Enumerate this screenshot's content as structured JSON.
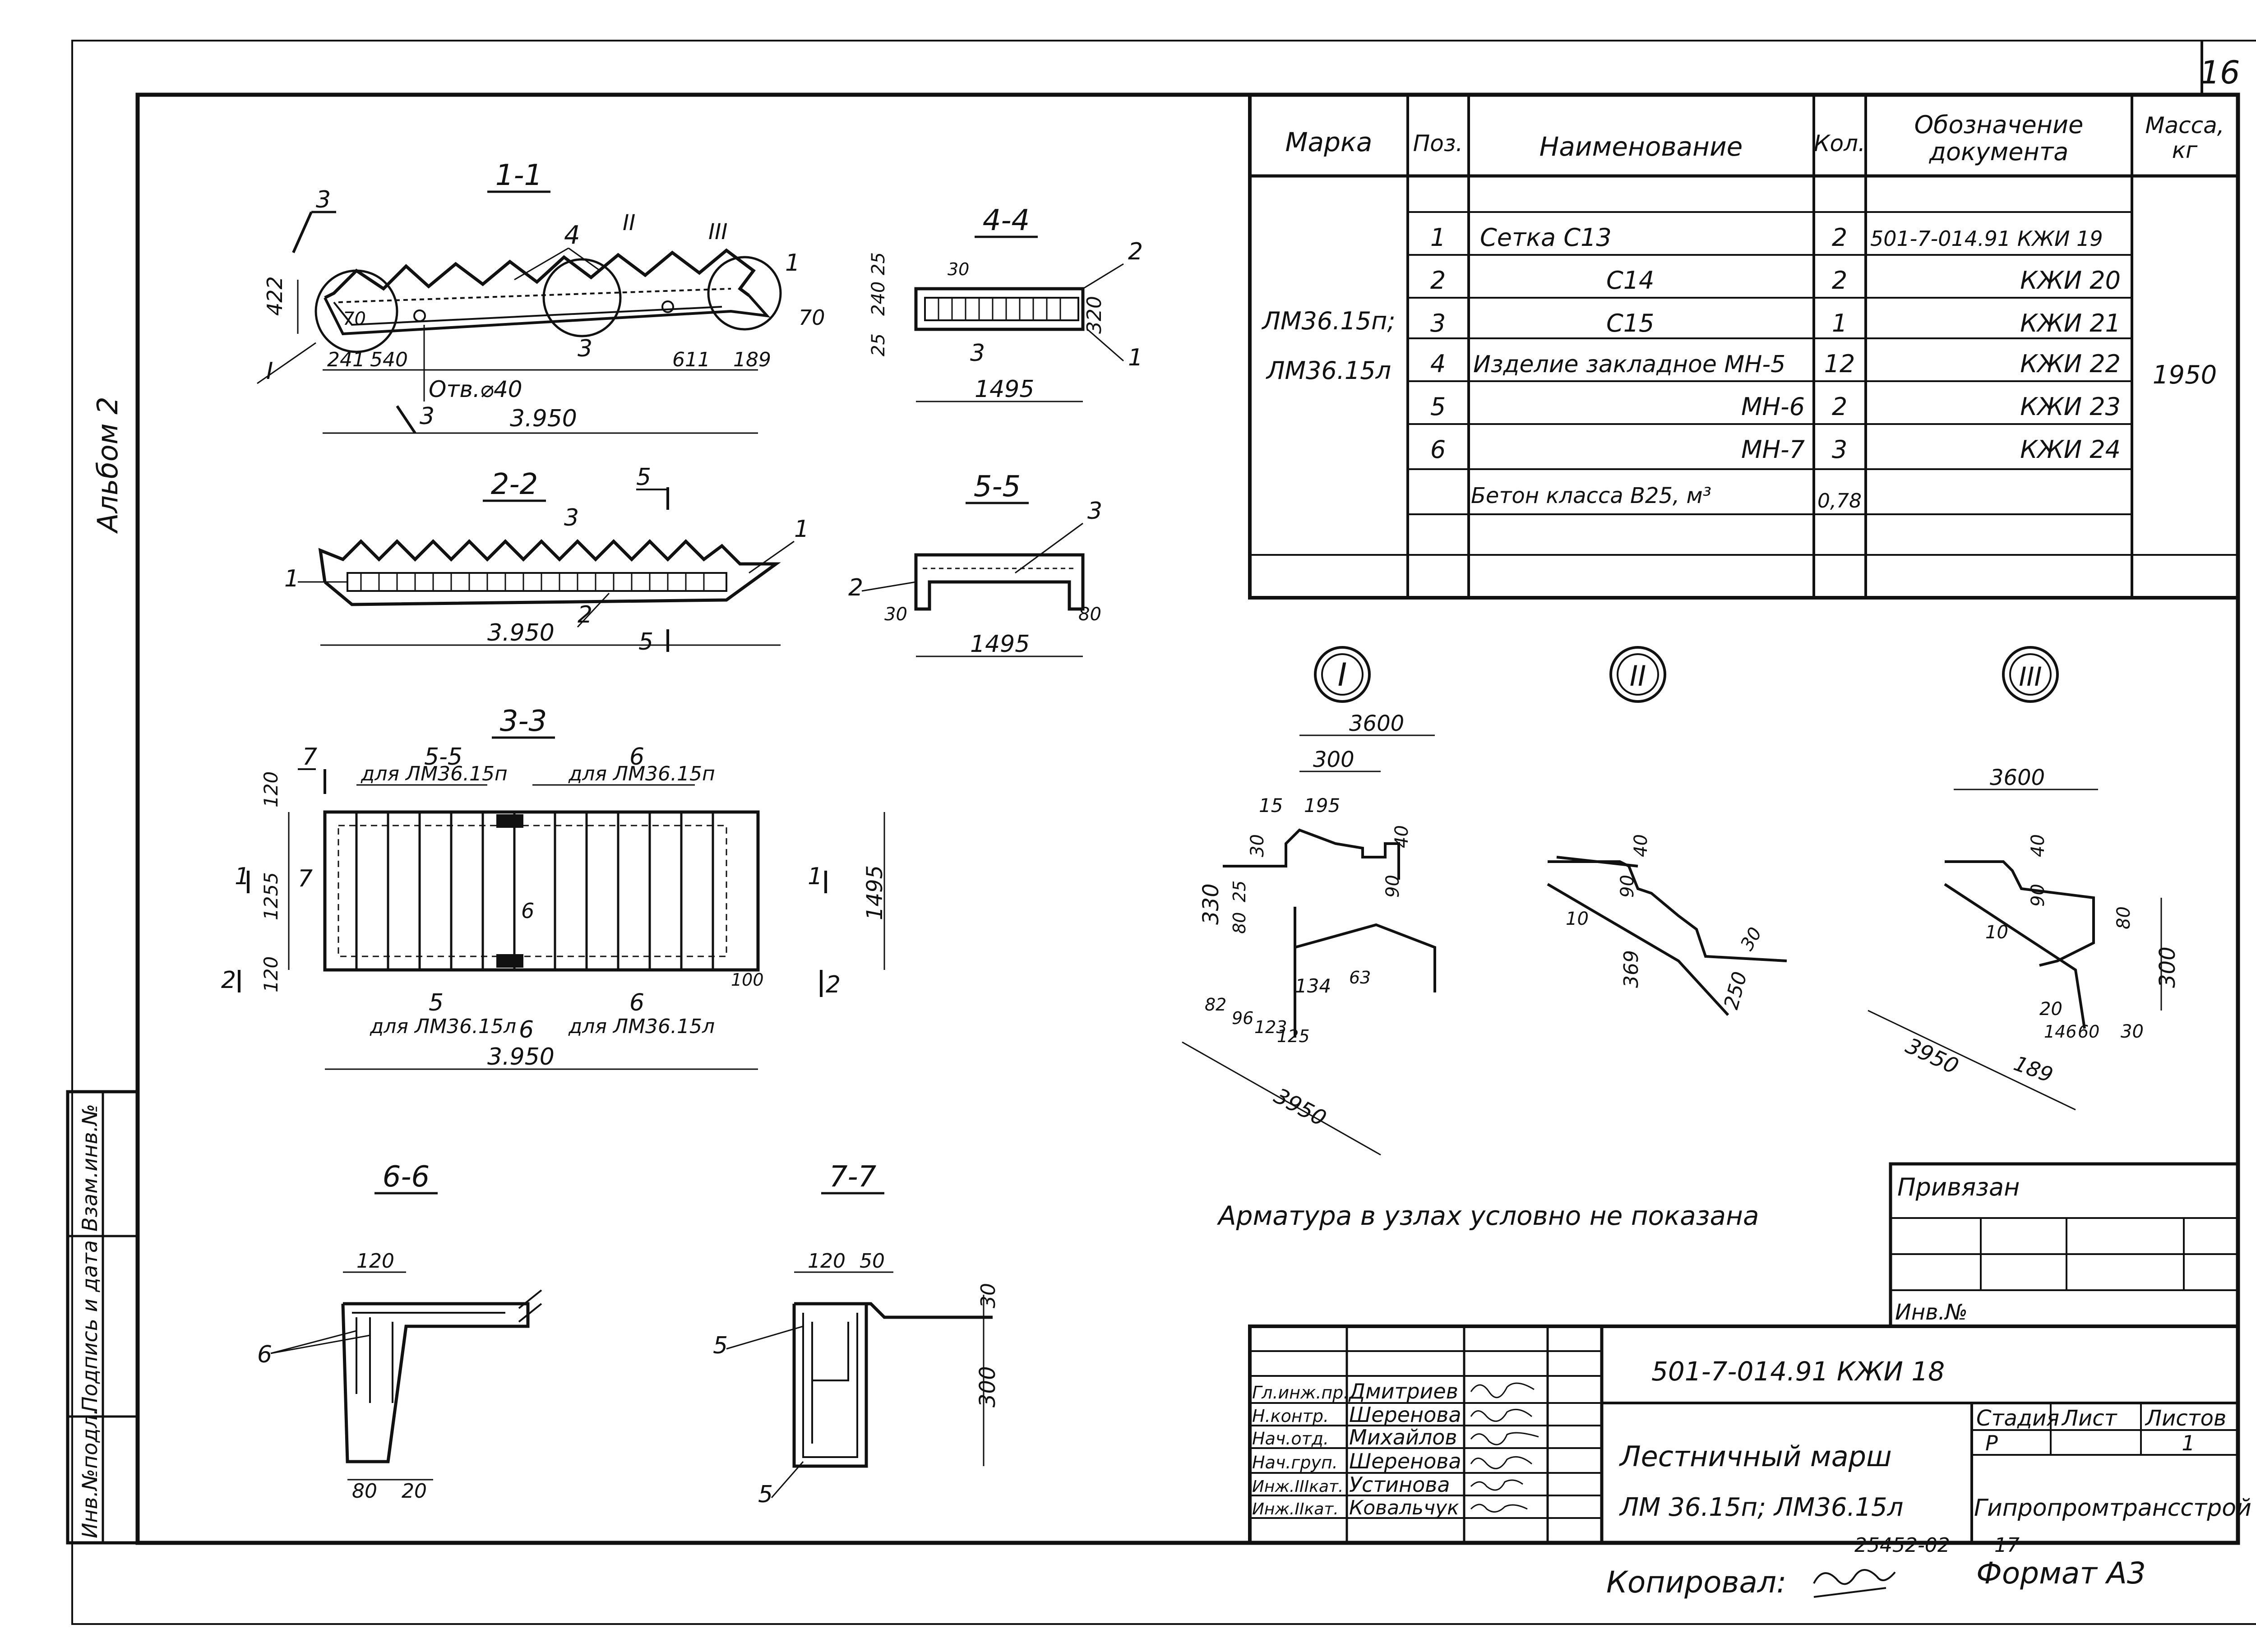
{
  "sheet_number": "16",
  "album": "Альбом 2",
  "sections": {
    "s11": "1-1",
    "s22": "2-2",
    "s33": "3-3",
    "s44": "4-4",
    "s55": "5-5",
    "s66": "6-6",
    "s77": "7-7"
  },
  "nodes": {
    "n1": "I",
    "n2": "II",
    "n3": "III"
  },
  "dims": {
    "d3950": "3.950",
    "d1495": "1495",
    "d422": "422",
    "d241": "241",
    "d540": "540",
    "d611": "611",
    "d189": "189",
    "d70": "70",
    "otv": "Отв.⌀40",
    "d25": "25",
    "d240": "240",
    "d320": "320",
    "d30": "30",
    "d80": "80",
    "d120": "120",
    "d1255": "1255",
    "d100": "100",
    "d50": "50",
    "d20": "20",
    "d300": "300",
    "d3600": "3600",
    "d15": "15",
    "d195": "195",
    "d40": "40",
    "d330": "330",
    "d90": "90",
    "d10": "10",
    "d134": "134",
    "d63": "63",
    "d82": "82",
    "d96": "96",
    "d123": "123",
    "d125": "125",
    "d369": "369",
    "d250": "250",
    "d146": "146",
    "d60": "60",
    "d189b": "189",
    "d3950b": "3950"
  },
  "labels": {
    "for_p": "для ЛМ36.15п",
    "for_l": "для ЛМ36.15л"
  },
  "note": "Арматура в узлах условно не показана",
  "spec": {
    "headers": [
      "Марка",
      "Поз.",
      "Наименование",
      "Кол.",
      "Обозначение документа",
      "Масса, кг"
    ],
    "mark_line1": "ЛМ36.15п;",
    "mark_line2": "ЛМ36.15л",
    "mass": "1950",
    "rows": [
      {
        "pos": "1",
        "name": "Сетка С13",
        "qty": "2",
        "doc": "501-7-014.91 КЖИ 19"
      },
      {
        "pos": "2",
        "name": "С14",
        "qty": "2",
        "doc": "КЖИ 20"
      },
      {
        "pos": "3",
        "name": "С15",
        "qty": "1",
        "doc": "КЖИ 21"
      },
      {
        "pos": "4",
        "name": "Изделие закладное МН-5",
        "qty": "12",
        "doc": "КЖИ 22"
      },
      {
        "pos": "5",
        "name": "МН-6",
        "qty": "2",
        "doc": "КЖИ 23"
      },
      {
        "pos": "6",
        "name": "МН-7",
        "qty": "3",
        "doc": "КЖИ 24"
      },
      {
        "pos": "",
        "name": "Бетон класса В25, м³",
        "qty": "0,78",
        "doc": ""
      }
    ]
  },
  "privyazan": "Привязан",
  "inv_no": "Инв.№",
  "side_stamp": [
    "Инв.№подл.",
    "Подпись и дата",
    "Взам.инв.№"
  ],
  "title_block": {
    "code": "501-7-014.91 КЖИ 18",
    "title1": "Лестничный марш",
    "title2": "ЛМ 36.15п; ЛМ36.15л",
    "stage_h": "Стадия",
    "sheet_h": "Лист",
    "sheets_h": "Листов",
    "stage": "Р",
    "sheets": "1",
    "org": "Гипропромтрансстрой",
    "people": [
      {
        "role": "Гл.инж.пр.",
        "name": "Дмитриев"
      },
      {
        "role": "Н.контр.",
        "name": "Шеренова"
      },
      {
        "role": "Нач.отд.",
        "name": "Михайлов"
      },
      {
        "role": "Нач.груп.",
        "name": "Шеренова"
      },
      {
        "role": "Инж.IIIкат.",
        "name": "Устинова"
      },
      {
        "role": "Инж.IIкат.",
        "name": "Ковальчук"
      }
    ]
  },
  "copied": "Копировал:",
  "order": "25452-02",
  "order_sheet": "17",
  "format": "Формат А3"
}
